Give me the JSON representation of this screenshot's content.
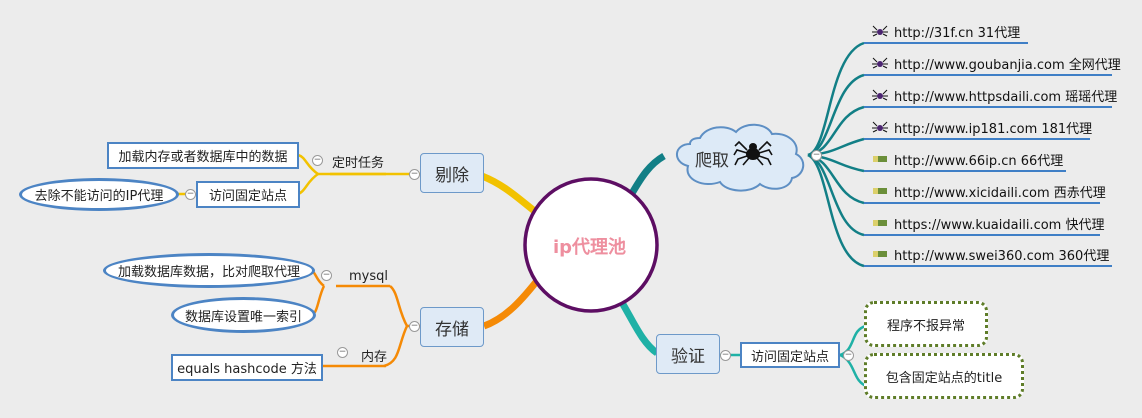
{
  "center": {
    "label": "ip代理池"
  },
  "left": {
    "remove": {
      "label": "剔除",
      "sub1": {
        "label": "定时任务",
        "child": "加载内存或者数据库中的数据"
      },
      "sub2": {
        "label": "访问固定站点",
        "child": "去除不能访问的IP代理"
      }
    },
    "store": {
      "label": "存储",
      "sub1": {
        "label": "mysql",
        "children": [
          "加载数据库数据，比对爬取代理",
          "数据库设置唯一索引"
        ]
      },
      "sub2": {
        "label": "内存",
        "child": "equals hashcode 方法"
      }
    }
  },
  "right": {
    "crawl": {
      "label": "爬取",
      "icon": "spider-icon",
      "items": [
        {
          "text": "http://31f.cn 31代理",
          "icon": "spider-icon"
        },
        {
          "text": "http://www.goubanjia.com 全网代理",
          "icon": "spider-icon"
        },
        {
          "text": "http://www.httpsdaili.com 瑶瑶代理",
          "icon": "spider-icon"
        },
        {
          "text": "http://www.ip181.com 181代理",
          "icon": "spider-icon"
        },
        {
          "text": "http://www.66ip.cn  66代理",
          "icon": "flag-icon"
        },
        {
          "text": "http://www.xicidaili.com 西赤代理",
          "icon": "flag-icon"
        },
        {
          "text": "https://www.kuaidaili.com 快代理",
          "icon": "flag-icon"
        },
        {
          "text": "http://www.swei360.com 360代理",
          "icon": "flag-icon"
        }
      ]
    },
    "verify": {
      "label": "验证",
      "sub": {
        "label": "访问固定站点",
        "children": [
          "程序不报异常",
          "包含固定站点的title"
        ]
      }
    }
  },
  "colors": {
    "yellow": "#f2c200",
    "orange": "#f58a06",
    "teal": "#127f86",
    "green": "#1fb1a6",
    "node_border": "#4c84c4",
    "center_border": "#5d0e63",
    "dotted": "#5f7d29"
  }
}
